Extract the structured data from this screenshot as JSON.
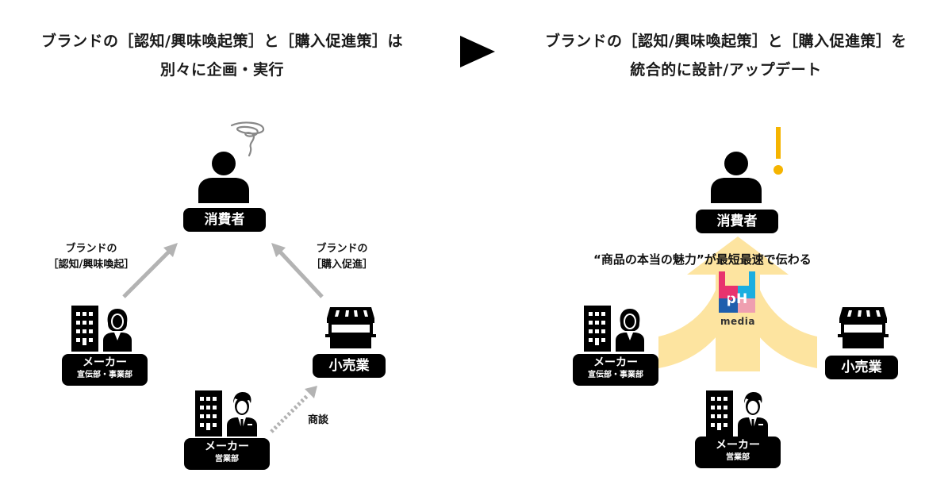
{
  "left_panel": {
    "heading_line1": "ブランドの［認知/興味喚起策］と［購入促進策］は",
    "heading_line2": "別々に企画・実行",
    "consumer_label": "消費者",
    "awareness_annotation_line1": "ブランドの",
    "awareness_annotation_line2": "［認知/興味喚起］",
    "purchase_annotation_line1": "ブランドの",
    "purchase_annotation_line2": "［購入促進］",
    "maker_marketing": {
      "title": "メーカー",
      "dept": "宣伝部・事業部"
    },
    "retailer_label": "小売業",
    "maker_sales": {
      "title": "メーカー",
      "dept": "営業部"
    },
    "deal_annotation": "商談"
  },
  "transition_arrow": "right-triangle-arrow",
  "right_panel": {
    "heading_line1": "ブランドの［認知/興味喚起策］と［購入促進策］を",
    "heading_line2": "統合的に設計/アップデート",
    "consumer_label": "消費者",
    "tagline": "“商品の本当の魅力”が最短最速で伝わる",
    "logo_text": "media",
    "logo_glyph": "pH",
    "maker_marketing": {
      "title": "メーカー",
      "dept": "宣伝部・事業部"
    },
    "retailer_label": "小売業",
    "maker_sales": {
      "title": "メーカー",
      "dept": "営業部"
    }
  },
  "colors": {
    "icon": "#000000",
    "arrow_gray": "#b3b3b3",
    "merge_arrow": "#fde4a0",
    "exclamation": "#f5b400",
    "logo_pink": "#e8336e",
    "logo_cyan": "#1aaee0",
    "logo_blue": "#1d5fad",
    "logo_light_pink": "#ef9fb0"
  },
  "icons": {
    "consumer": "person-icon",
    "confusion": "swirl-icon",
    "insight": "exclamation-icon",
    "maker_building": "building-icon",
    "maker_staff_female": "businesswoman-icon",
    "maker_staff_male": "businessman-icon",
    "retailer": "storefront-icon"
  }
}
